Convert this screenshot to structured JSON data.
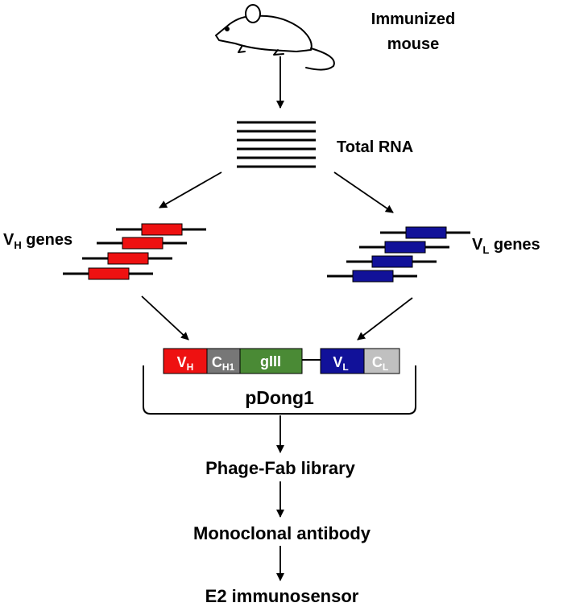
{
  "source": {
    "line1": "Immunized",
    "line2": "mouse"
  },
  "rna": {
    "label": "Total RNA"
  },
  "vh_genes": {
    "letter": "V",
    "sub": "H",
    "suffix": " genes",
    "color": "#ee1111"
  },
  "vl_genes": {
    "letter": "V",
    "sub": "L",
    "suffix": " genes",
    "color": "#111199"
  },
  "vector": {
    "name": "pDong1",
    "segments": [
      {
        "letter": "V",
        "sub": "H",
        "color": "#ee1111"
      },
      {
        "letter": "C",
        "sub": "H1",
        "color": "#777777"
      },
      {
        "letter": "gIII",
        "sub": "",
        "color": "#4a8a35"
      },
      {
        "letter": "V",
        "sub": "L",
        "color": "#111199"
      },
      {
        "letter": "C",
        "sub": "L",
        "color": "#c0c0c0"
      }
    ]
  },
  "steps": [
    "Phage-Fab library",
    "Monoclonal antibody",
    "E2 immunosensor"
  ]
}
